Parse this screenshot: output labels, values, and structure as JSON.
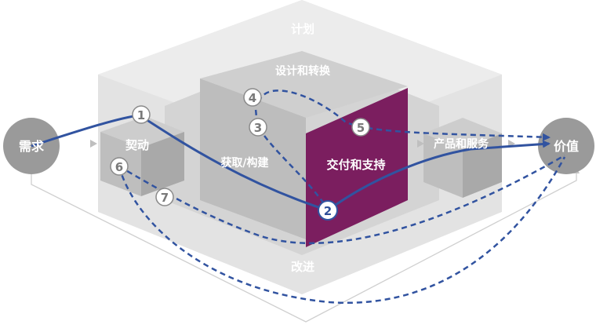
{
  "diagram": {
    "nodes": {
      "plan": "计划",
      "design": "设计和转换",
      "engage": "契动",
      "obtain": "获取/构建",
      "deliver": "交付和支持",
      "products": "产品和服务",
      "improve": "改进",
      "demand": "需求",
      "value": "价值"
    },
    "steps": [
      "1",
      "2",
      "3",
      "4",
      "5",
      "6",
      "7"
    ],
    "colors": {
      "accent": "#7b1e5f",
      "path": "#3153a0",
      "cube_light": "#dcdcdc",
      "cube_mid": "#c8c8c8",
      "cube_dark": "#a8a8a8",
      "circle": "#9a9a9a"
    }
  }
}
